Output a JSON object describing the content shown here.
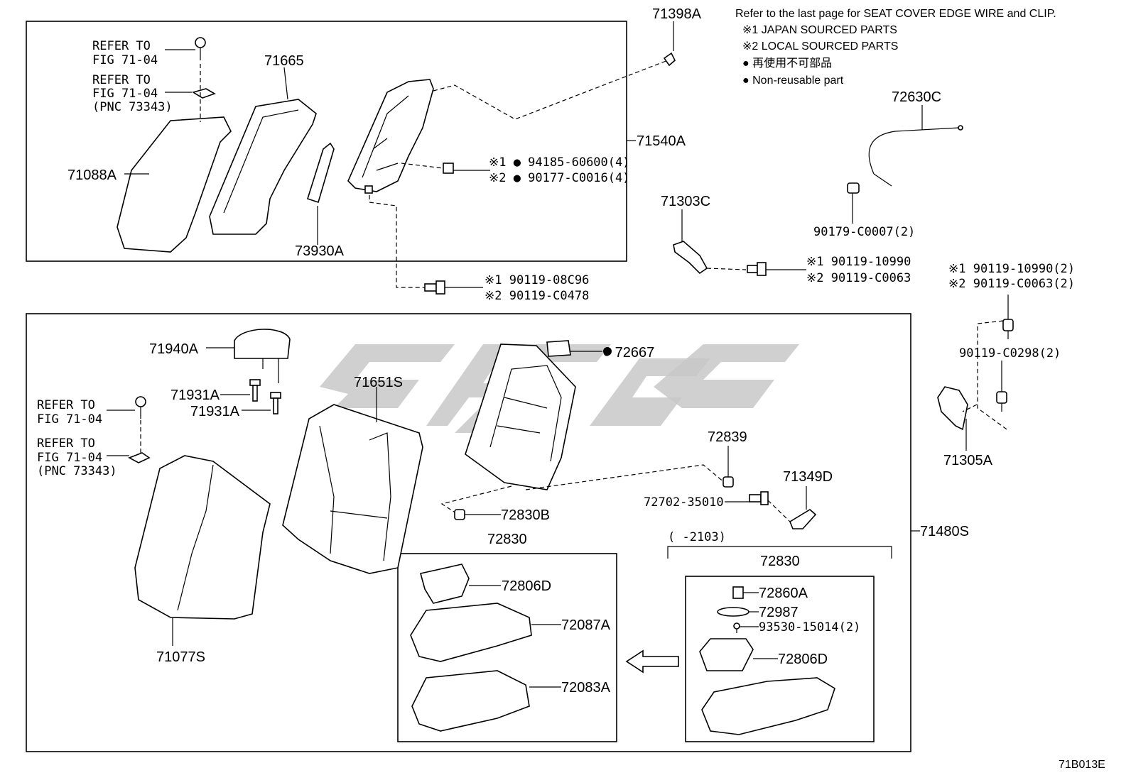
{
  "notes": {
    "line1": "Refer to the last page for SEAT COVER EDGE WIRE and CLIP.",
    "line2": "※1 JAPAN SOURCED PARTS",
    "line3": "※2 LOCAL SOURCED PARTS",
    "line4": "● 再使用不可部品",
    "line5": "● Non-reusable part"
  },
  "labels": {
    "p71398A": "71398A",
    "p71665": "71665",
    "p71540A": "71540A",
    "p71088A": "71088A",
    "p73930A": "73930A",
    "ref1a": "REFER TO",
    "ref1b": "FIG 71-04",
    "ref2a": "REFER TO",
    "ref2b": "FIG 71-04",
    "ref2c": "(PNC 73343)",
    "b94185": "※1 ● 94185-60600(4)",
    "b90177": "※2 ● 90177-C0016(4)",
    "b0108C96": "※1 90119-08C96",
    "b0C0478": "※2 90119-C0478",
    "p72630C": "72630C",
    "b90179": "90179-C0007(2)",
    "p71303C": "71303C",
    "b10990a": "※1 90119-10990",
    "bC0063a": "※2 90119-C0063",
    "b10990b": "※1 90119-10990(2)",
    "bC0063b": "※2 90119-C0063(2)",
    "bC0298": "90119-C0298(2)",
    "p71305A": "71305A",
    "p71940A": "71940A",
    "p71931A1": "71931A",
    "p71931A2": "71931A",
    "ref3a": "REFER TO",
    "ref3b": "FIG 71-04",
    "ref4a": "REFER TO",
    "ref4b": "FIG 71-04",
    "ref4c": "(PNC 73343)",
    "p71651S": "71651S",
    "p72667": "● 72667",
    "p71077S": "71077S",
    "p72839": "72839",
    "p71349D": "71349D",
    "b72702": "72702-35010",
    "p72830B": "72830B",
    "p71480S": "71480S",
    "p72830a": "72830",
    "p72806D1": "72806D",
    "p72087A": "72087A",
    "p72083A": "72083A",
    "range": "(      -2103)",
    "p72830b": "72830",
    "p72860A": "72860A",
    "p72987": "72987",
    "b93530": "93530-15014(2)",
    "p72806D2": "72806D",
    "figcode": "71B013E"
  }
}
